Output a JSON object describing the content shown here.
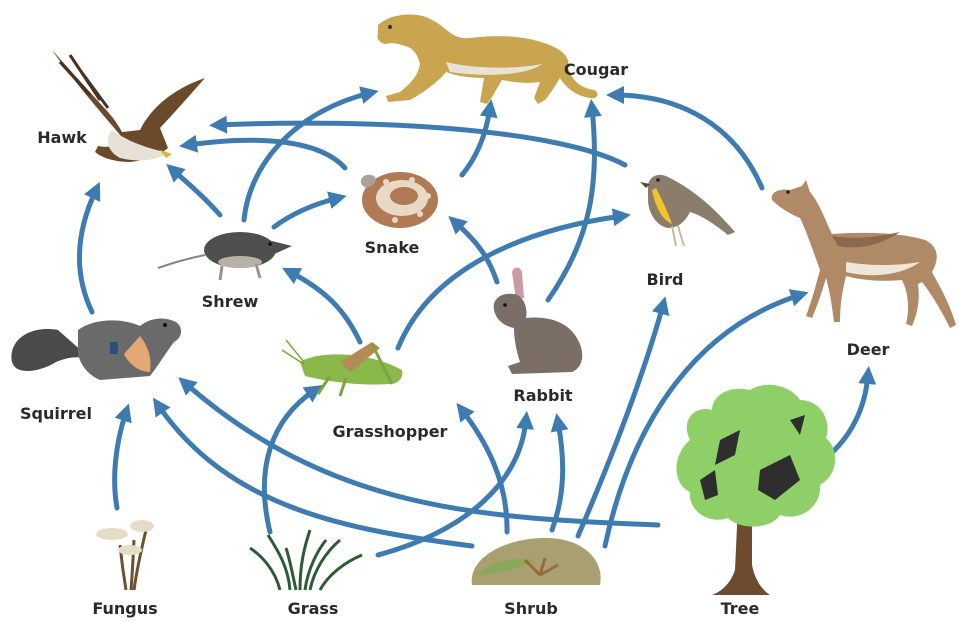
{
  "organisms": {
    "hawk": "Hawk",
    "cougar": "Cougar",
    "snake": "Snake",
    "bird": "Bird",
    "shrew": "Shrew",
    "deer": "Deer",
    "squirrel": "Squirrel",
    "grasshopper": "Grasshopper",
    "rabbit": "Rabbit",
    "fungus": "Fungus",
    "grass": "Grass",
    "shrub": "Shrub",
    "tree": "Tree"
  },
  "colors": {
    "arrow": "#3d7bb0",
    "text": "#2a2a2a"
  },
  "feeding_links": [
    {
      "from": "Squirrel",
      "to": "Hawk"
    },
    {
      "from": "Shrew",
      "to": "Hawk"
    },
    {
      "from": "Snake",
      "to": "Hawk"
    },
    {
      "from": "Bird",
      "to": "Hawk"
    },
    {
      "from": "Shrew",
      "to": "Cougar"
    },
    {
      "from": "Snake",
      "to": "Cougar"
    },
    {
      "from": "Rabbit",
      "to": "Cougar"
    },
    {
      "from": "Deer",
      "to": "Cougar"
    },
    {
      "from": "Shrew",
      "to": "Snake"
    },
    {
      "from": "Rabbit",
      "to": "Snake"
    },
    {
      "from": "Grasshopper",
      "to": "Shrew"
    },
    {
      "from": "Grasshopper",
      "to": "Bird"
    },
    {
      "from": "Shrub",
      "to": "Bird"
    },
    {
      "from": "Fungus",
      "to": "Squirrel"
    },
    {
      "from": "Tree",
      "to": "Squirrel"
    },
    {
      "from": "Shrub",
      "to": "Squirrel"
    },
    {
      "from": "Grass",
      "to": "Grasshopper"
    },
    {
      "from": "Grass",
      "to": "Rabbit"
    },
    {
      "from": "Shrub",
      "to": "Rabbit"
    },
    {
      "from": "Shrub",
      "to": "Grasshopper"
    },
    {
      "from": "Shrub",
      "to": "Deer"
    },
    {
      "from": "Tree",
      "to": "Deer"
    }
  ]
}
